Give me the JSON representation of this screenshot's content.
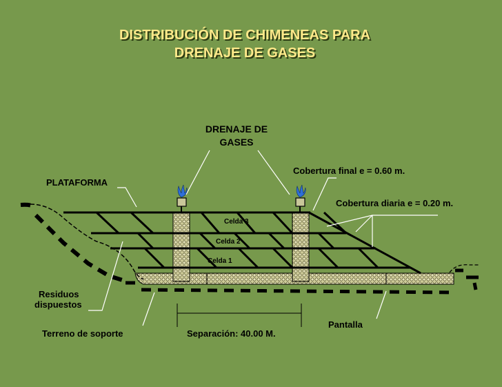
{
  "title": {
    "line1": "DISTRIBUCIÓN DE CHIMENEAS PARA",
    "line2": "DRENAJE DE GASES"
  },
  "labels": {
    "drenaje_line1": "DRENAJE DE",
    "drenaje_line2": "GASES",
    "cobertura_final": "Cobertura final  e = 0.60 m.",
    "plataforma": "PLATAFORMA",
    "cobertura_diaria": "Cobertura diaria  e = 0.20 m.",
    "celda3": "Celda 3",
    "celda2": "Celda 2",
    "celda1": "Celda 1",
    "residuos_line1": "Residuos",
    "residuos_line2": "dispuestos",
    "pantalla": "Pantalla",
    "terreno": "Terreno de soporte",
    "separacion": "Separación: 40.00 M."
  },
  "colors": {
    "background": "#77994c",
    "title": "#ffe98a",
    "gravel": "#cfcc9a",
    "chimney_cap": "#c9c79a",
    "flame": "#2f6fd8"
  }
}
